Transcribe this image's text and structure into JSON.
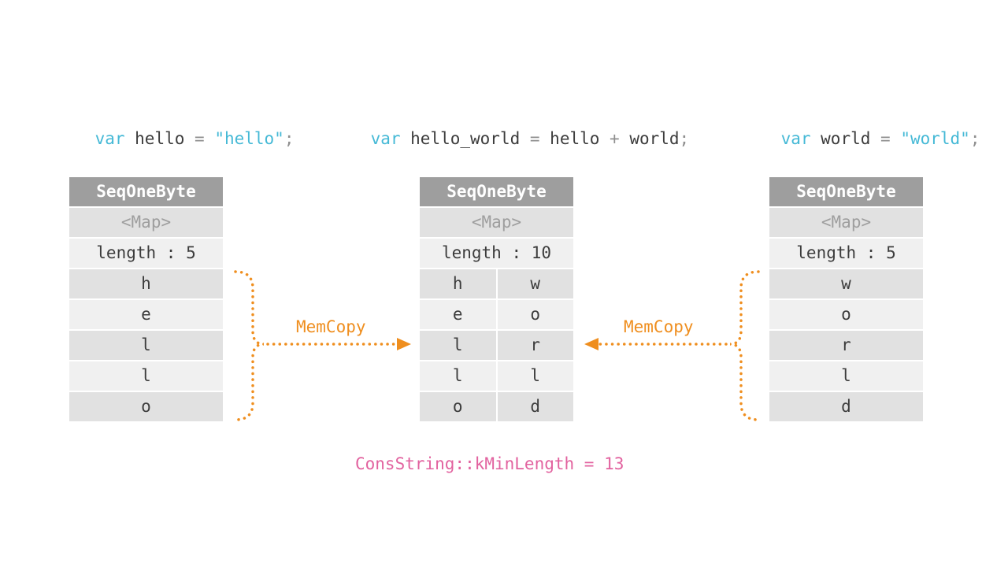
{
  "code": [
    {
      "tokens": [
        {
          "t": "var "
        },
        {
          "t": "hello "
        },
        {
          "t": "= "
        },
        {
          "t": "\"hello\""
        },
        {
          "t": ";"
        }
      ]
    },
    {
      "tokens": [
        {
          "t": "var "
        },
        {
          "t": "hello_world "
        },
        {
          "t": "= "
        },
        {
          "t": "hello "
        },
        {
          "t": "+ "
        },
        {
          "t": "world"
        },
        {
          "t": ";"
        }
      ]
    },
    {
      "tokens": [
        {
          "t": "var "
        },
        {
          "t": "world "
        },
        {
          "t": "= "
        },
        {
          "t": "\"world\""
        },
        {
          "t": ";"
        }
      ]
    }
  ],
  "tables": [
    {
      "title": "SeqOneByte",
      "map": "<Map>",
      "length": "length : 5",
      "chars": [
        "h",
        "e",
        "l",
        "l",
        "o"
      ]
    },
    {
      "title": "SeqOneByte",
      "map": "<Map>",
      "length": "length : 10",
      "rows": [
        [
          "h",
          "w"
        ],
        [
          "e",
          "o"
        ],
        [
          "l",
          "r"
        ],
        [
          "l",
          "l"
        ],
        [
          "o",
          "d"
        ]
      ]
    },
    {
      "title": "SeqOneByte",
      "map": "<Map>",
      "length": "length : 5",
      "chars": [
        "w",
        "o",
        "r",
        "l",
        "d"
      ]
    }
  ],
  "arrows": [
    {
      "label": "MemCopy"
    },
    {
      "label": "MemCopy"
    }
  ],
  "footer": "ConsString::kMinLength = 13",
  "colors": {
    "header_bg": "#9e9e9e",
    "header_text": "#ffffff",
    "row_dark": "#e1e1e1",
    "row_light": "#f0f0f0",
    "map_text": "#9e9e9e",
    "body_text": "#3c3c3c",
    "keyword": "#45b9d6",
    "string": "#45b9d6",
    "operator": "#8f8f8f",
    "accent_orange": "#ef8e1e",
    "accent_pink": "#e2629f"
  }
}
